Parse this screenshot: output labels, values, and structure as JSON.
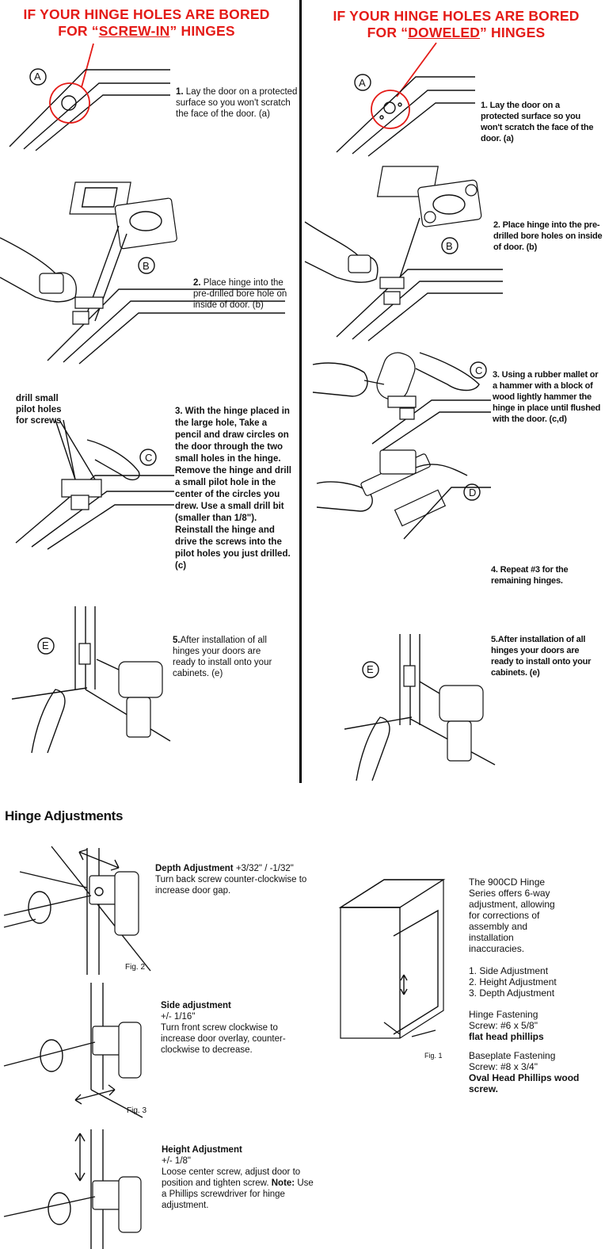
{
  "left": {
    "heading_pre": "IF YOUR HINGE HOLES ARE BORED",
    "heading_for": "FOR “",
    "heading_key": "SCREW-IN",
    "heading_post": "” HINGES",
    "step1_num": "1.",
    "step1_text": "Lay the door on a protected surface so you won't scratch the face of the door. (a)",
    "step2_num": "2.",
    "step2_text": "Place hinge into the pre-drilled bore hole on inside of door. (b)",
    "pilot_label": "drill small pilot holes for screws",
    "step3_text": "3. With the hinge placed in the large hole, Take a pencil and draw circles on the door through the two small holes in the hinge. Remove the hinge and drill a small pilot hole in the center of the circles you drew. Use a small drill bit (smaller than 1/8\"). Reinstall the hinge and drive the screws into the pilot holes you just drilled.  (c)",
    "step5_num": "5.",
    "step5_text": "After installation of all hinges your doors are ready to install onto your cabinets. (e)",
    "labels": {
      "a": "A",
      "b": "B",
      "c": "C",
      "e": "E"
    }
  },
  "right": {
    "heading_pre": "IF YOUR HINGE HOLES ARE BORED",
    "heading_for": "FOR “",
    "heading_key": "DOWELED",
    "heading_post": "” HINGES",
    "step1_text": "1. Lay the door on a protected surface so you won't scratch the face of the door. (a)",
    "step2_text": "2. Place hinge into the pre-drilled bore holes on inside of door. (b)",
    "step3_text": "3. Using a rubber mallet or a hammer with a block of wood lightly hammer the hinge in place until flushed with the door. (c,d)",
    "step4_text": "4. Repeat #3 for the remaining hinges.",
    "step5_text": "5.After installation of all hinges your doors are ready to install onto your cabinets. (e)",
    "labels": {
      "a": "A",
      "b": "B",
      "c": "C",
      "d": "D",
      "e": "E"
    }
  },
  "adjustments": {
    "title": "Hinge Adjustments",
    "depth_title": "Depth Adjustment",
    "depth_range": "+3/32\" / -1/32\"",
    "depth_text": "Turn back screw counter-clockwise to increase door gap.",
    "side_title": "Side adjustment",
    "side_range": "+/- 1/16\"",
    "side_text": "Turn front screw clockwise to increase door overlay, counter-clockwise to decrease.",
    "height_title": "Height Adjustment",
    "height_range": "+/- 1/8\"",
    "height_text": "Loose center screw, adjust door to position and tighten screw.",
    "height_note_label": "Note:",
    "height_note": "Use a Phillips screwdriver for hinge adjustment.",
    "fig2": "Fig. 2",
    "fig3": "Fig. 3",
    "fig1": "Fig. 1",
    "series_text": "The 900CD Hinge Series offers 6-way adjustment, allowing for corrections of assembly and installation inaccuracies.",
    "list": [
      "1.  Side Adjustment",
      "2.  Height Adjustment",
      "3.  Depth Adjustment"
    ],
    "hinge_fast_label": "Hinge Fastening",
    "hinge_fast_screw": "Screw: #6 x 5/8\"",
    "hinge_fast_type": "flat head phillips",
    "base_fast_label": "Baseplate Fastening",
    "base_fast_screw": "Screw: #8 x 3/4\"",
    "base_fast_type": "Oval Head Phillips wood screw."
  }
}
